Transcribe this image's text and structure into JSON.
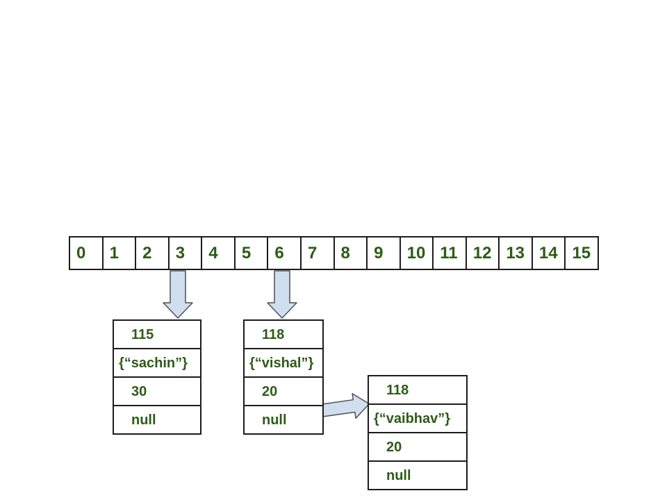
{
  "colors": {
    "background": "#ffffff",
    "text_green": "#2d5b17",
    "box_border": "#1c1c1c",
    "arrow_fill": "#cfdfef",
    "arrow_outline": "#4f4f4f"
  },
  "bucket_array": {
    "cells": [
      "0",
      "1",
      "2",
      "3",
      "4",
      "5",
      "6",
      "7",
      "8",
      "9",
      "10",
      "11",
      "12",
      "13",
      "14",
      "15"
    ]
  },
  "nodes": [
    {
      "hashcode": "115",
      "key": "{“sachin”}",
      "value": "30",
      "next": "null"
    },
    {
      "hashcode": "118",
      "key": "{“vishal”}",
      "value": "20",
      "next": "null"
    },
    {
      "hashcode": "118",
      "key": "{“vaibhav”}",
      "value": "20",
      "next": "null"
    }
  ],
  "arrows": [
    {
      "name": "bucket-3-to-sachin-node",
      "direction": "down"
    },
    {
      "name": "bucket-6-to-vishal-node",
      "direction": "down"
    },
    {
      "name": "vishal-next-to-vaibhav-node",
      "direction": "right"
    }
  ]
}
